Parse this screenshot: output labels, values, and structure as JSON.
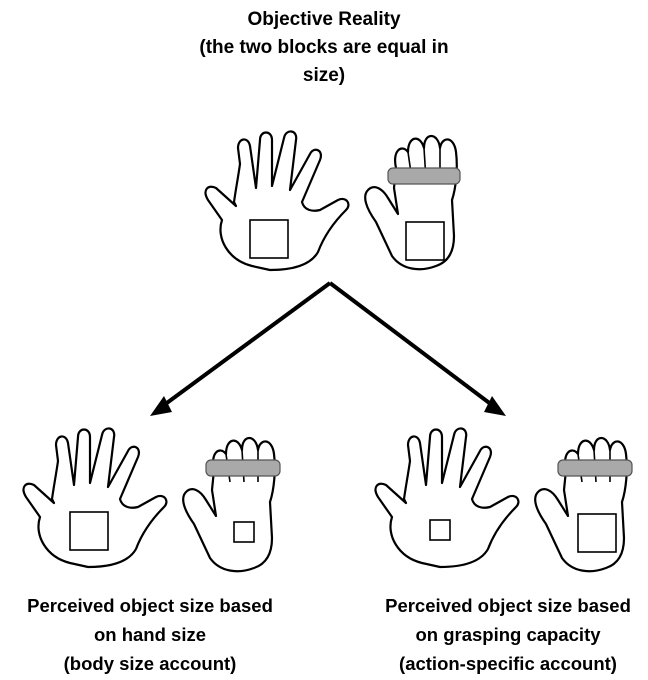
{
  "title": {
    "line1": "Objective Reality",
    "line2": "(the two blocks are equal in",
    "line3": "size)"
  },
  "captions": {
    "left": {
      "line1": "Perceived object size based",
      "line2": "on hand size",
      "line3": "(body size account)"
    },
    "right": {
      "line1": "Perceived object size based",
      "line2": "on grasping capacity",
      "line3": "(action-specific account)"
    }
  },
  "panels": [
    {
      "id": "objective",
      "open_hand_block": "equal",
      "fist_block": "equal"
    },
    {
      "id": "body-size",
      "open_hand_block": "large",
      "fist_block": "small"
    },
    {
      "id": "action-specific",
      "open_hand_block": "small",
      "fist_block": "large"
    }
  ],
  "colors": {
    "band": "#a9a9a9",
    "ink": "#000000"
  }
}
